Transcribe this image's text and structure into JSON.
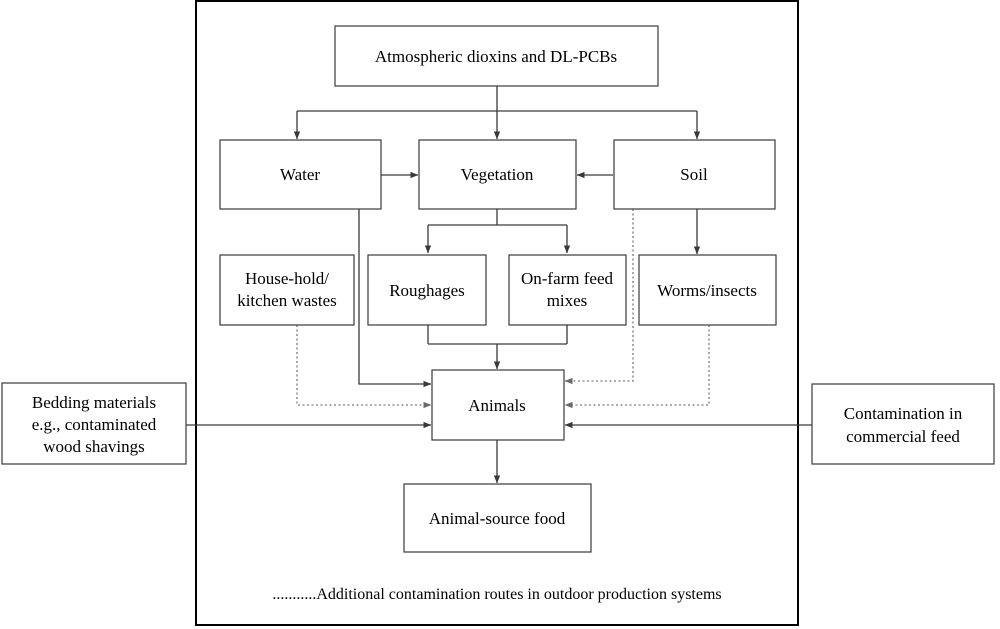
{
  "diagram": {
    "nodes": {
      "atmospheric": "Atmospheric dioxins and DL-PCBs",
      "water": "Water",
      "vegetation": "Vegetation",
      "soil": "Soil",
      "household": [
        "House-hold/",
        "kitchen wastes"
      ],
      "roughages": "Roughages",
      "onfarm": [
        "On-farm feed",
        "mixes"
      ],
      "worms": "Worms/insects",
      "animals": "Animals",
      "food": "Animal-source food",
      "bedding": [
        "Bedding materials",
        "e.g., contaminated",
        "wood shavings"
      ],
      "commercial": [
        "Contamination in",
        "commercial feed"
      ]
    },
    "legend": "...........Additional contamination routes in outdoor production systems",
    "colors": {
      "stroke": "#3a3a3a",
      "dotted": "#7a7a7a",
      "frame": "#000000",
      "background": "#ffffff"
    }
  }
}
